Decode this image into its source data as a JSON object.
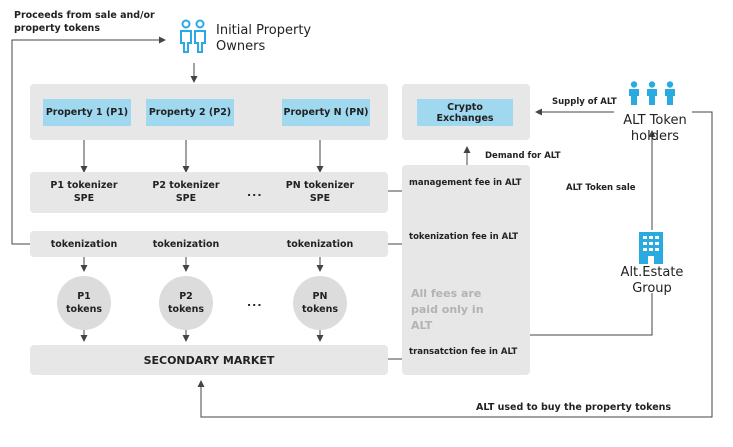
{
  "proceeds_label": "Proceeds from sale and/or property tokens",
  "owners_label": "Initial Property Owners",
  "properties": [
    "Property 1 (P1)",
    "Property 2 (P2)",
    "Property N (PN)"
  ],
  "crypto_exchanges": "Crypto Exchanges",
  "supply_label": "Supply of ALT",
  "demand_label": "Demand for ALT",
  "token_holders": "ALT Token holders",
  "token_sale": "ALT Token sale",
  "group_label": "Alt.Estate Group",
  "spe": [
    "P1 tokenizer SPE",
    "P2 tokenizer SPE",
    "PN tokenizer SPE"
  ],
  "dots": "...",
  "tokenization": [
    "tokenization",
    "tokenization",
    "tokenization"
  ],
  "tokens": [
    "P1 tokens",
    "P2 tokens",
    "PN tokens"
  ],
  "secondary_market": "SECONDARY MARKET",
  "fees": {
    "management": "management fee in ALT",
    "tokenization": "tokenization fee in ALT",
    "transaction": "transatction fee in ALT",
    "note": "All fees are paid only in ALT"
  },
  "alt_used": "ALT used to buy the property tokens",
  "colors": {
    "property_box": "#9fd8ef",
    "panel": "#e7e7e7",
    "icon": "#29abe2",
    "note_text": "#b3b3b3"
  }
}
